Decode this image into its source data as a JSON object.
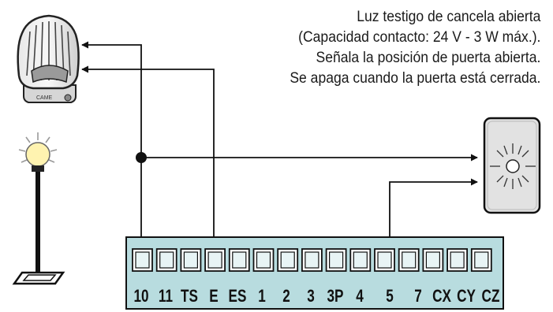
{
  "description": {
    "lines": [
      "Luz testigo de cancela abierta",
      "(Capacidad contacto: 24 V - 3 W máx.).",
      "Señala la posición de puerta abierta.",
      "Se apaga cuando la puerta está cerrada."
    ]
  },
  "terminal_block": {
    "labels": [
      "10",
      "11",
      "TS",
      "E",
      "ES",
      "1",
      "2",
      "3",
      "3P",
      "4",
      "5",
      "7",
      "CX",
      "CY",
      "CZ"
    ],
    "fill_color": "#b8dcdf"
  },
  "colors": {
    "wire": "#111111",
    "lamp_glow": "#fff3b0"
  },
  "icons": [
    "flashing-light-icon",
    "post-lamp-icon",
    "indicator-lamp-icon"
  ]
}
